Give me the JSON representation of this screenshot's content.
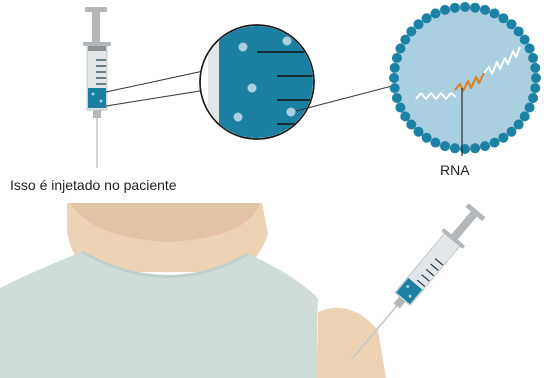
{
  "captions": {
    "injected": "Isso é injetado no paciente",
    "rna": "RNA"
  },
  "icons": [
    "syringe-icon",
    "magnifier-circle",
    "lipid-nanoparticle",
    "rna-strand",
    "patient-figure"
  ],
  "colors": {
    "background": "#ffffff",
    "vaccine_fluid": "#1a7fa0",
    "particle_fill": "#a9cfe0",
    "particle_beads": "#1b82a6",
    "rna_strand": "#ffffff",
    "rna_highlight": "#d9832b",
    "skin": "#ecd3b6",
    "shirt": "#cfdcd9",
    "syringe_barrel": "#e3e6e8",
    "syringe_plunger": "#b4b7b9"
  }
}
